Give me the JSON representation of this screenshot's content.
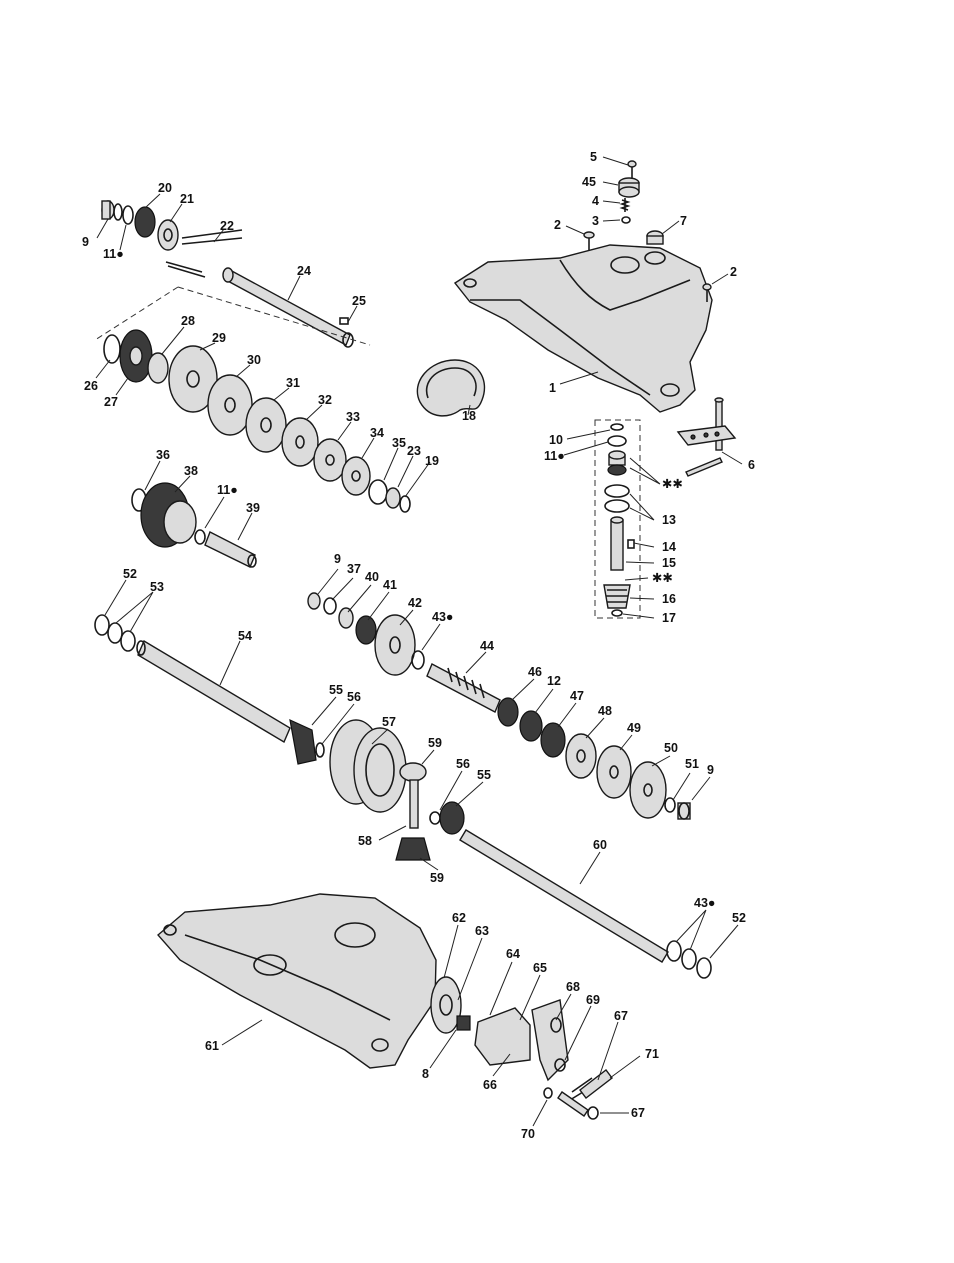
{
  "labels": {
    "p1": "1",
    "p2a": "2",
    "p2b": "2",
    "p3": "3",
    "p4": "4",
    "p5": "5",
    "p6": "6",
    "p7": "7",
    "p8a": "8",
    "p9a": "9",
    "p9b": "9",
    "p9c": "9",
    "p10": "10",
    "p11a": "11●",
    "p11b": "11●",
    "p11c": "11●",
    "p12": "12",
    "p13": "13",
    "p14": "14",
    "p15": "15",
    "p16": "16",
    "p17": "17",
    "p18": "18",
    "p19": "19",
    "p20": "20",
    "p21": "21",
    "p22": "22",
    "p23": "23",
    "p24": "24",
    "p25": "25",
    "p26": "26",
    "p27": "27",
    "p28": "28",
    "p29": "29",
    "p30": "30",
    "p31": "31",
    "p32": "32",
    "p33": "33",
    "p34": "34",
    "p35": "35",
    "p36": "36",
    "p37": "37",
    "p38": "38",
    "p39": "39",
    "p40": "40",
    "p41": "41",
    "p42": "42",
    "p43a": "43●",
    "p43b": "43●",
    "p44": "44",
    "p45": "45",
    "p46": "46",
    "p47": "47",
    "p48": "48",
    "p49": "49",
    "p50": "50",
    "p51": "51",
    "p52a": "52",
    "p52b": "52",
    "p53": "53",
    "p54": "54",
    "p55a": "55",
    "p55b": "55",
    "p56a": "56",
    "p56b": "56",
    "p57": "57",
    "p58": "58",
    "p59a": "59",
    "p59b": "59",
    "p60": "60",
    "p61": "61",
    "p62": "62",
    "p63": "63",
    "p64": "64",
    "p65": "65",
    "p66": "66",
    "p67a": "67",
    "p67b": "67",
    "p68": "68",
    "p69": "69",
    "p70": "70",
    "p71": "71",
    "stars1": "✱✱",
    "stars2": "✱✱"
  }
}
